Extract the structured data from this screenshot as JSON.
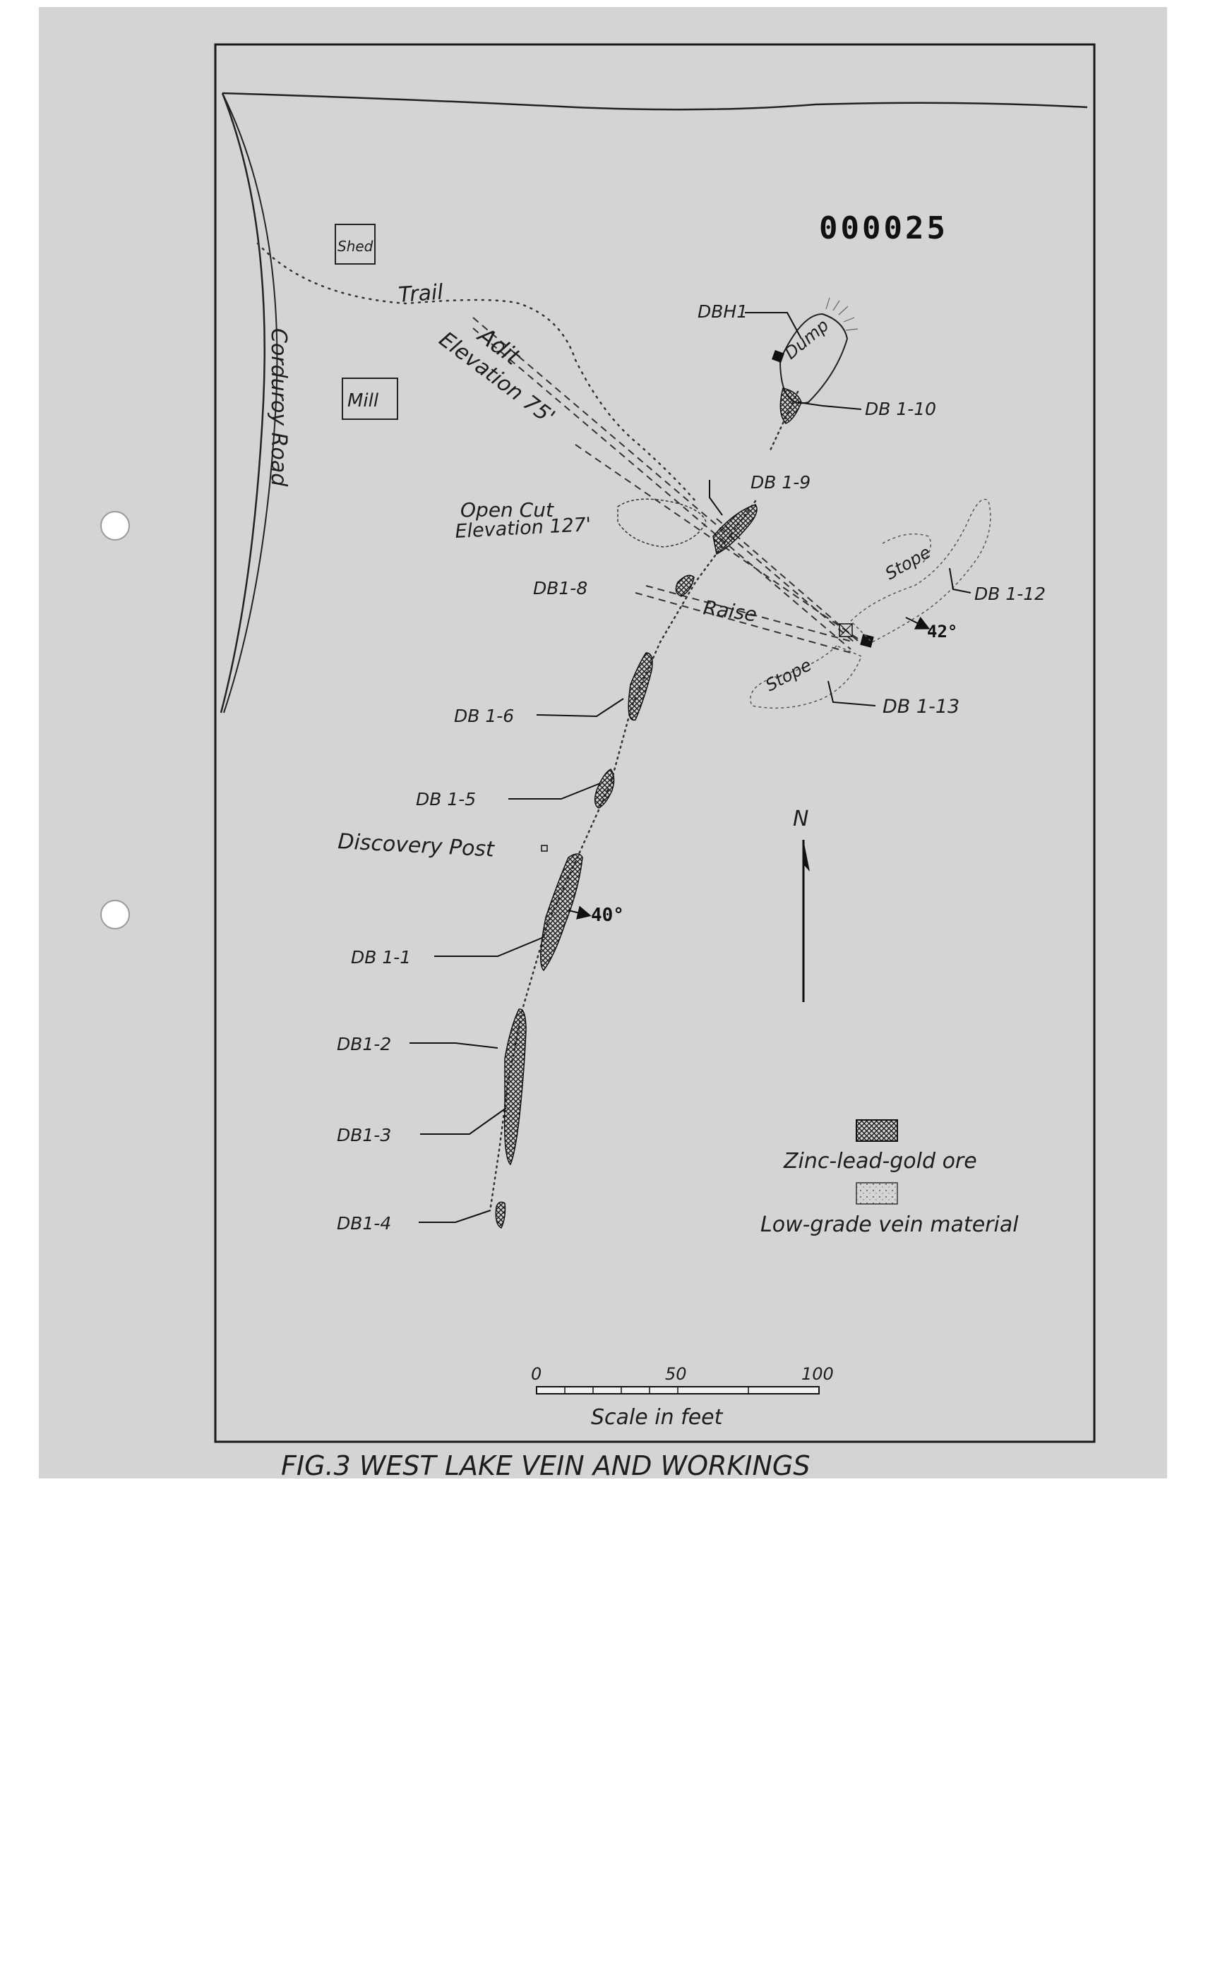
{
  "document_number": "000025",
  "caption": "FIG.3   WEST   LAKE   VEIN   AND   WORKINGS",
  "features": {
    "shed": "Shed",
    "mill": "Mill",
    "trail": "Trail",
    "road": "Corduroy Road",
    "adit": "Adit",
    "adit_elevation": "Elevation 75'",
    "open_cut": "Open Cut",
    "open_cut_elevation": "Elevation 127'",
    "dump": "Dump",
    "raise": "Raise",
    "stope_upper": "Stope",
    "stope_lower": "Stope",
    "discovery_post": "Discovery Post",
    "dip_vein": "40°",
    "dip_stope": "42°"
  },
  "drill_holes": {
    "dbh1": "DBH1",
    "db1_10": "DB 1-10",
    "db1_9": "DB 1-9",
    "db1_8": "DB1-8",
    "db1_12": "DB 1-12",
    "db1_13": "DB 1-13",
    "db1_6": "DB 1-6",
    "db1_5": "DB 1-5",
    "db1_1": "DB 1-1",
    "db1_2": "DB1-2",
    "db1_3": "DB1-3",
    "db1_4": "DB1-4"
  },
  "north_arrow": "N",
  "legend": {
    "ore": "Zinc-lead-gold ore",
    "low_grade": "Low-grade vein material"
  },
  "scale": {
    "ticks": [
      "0",
      "50",
      "100"
    ],
    "label": "Scale in feet"
  }
}
